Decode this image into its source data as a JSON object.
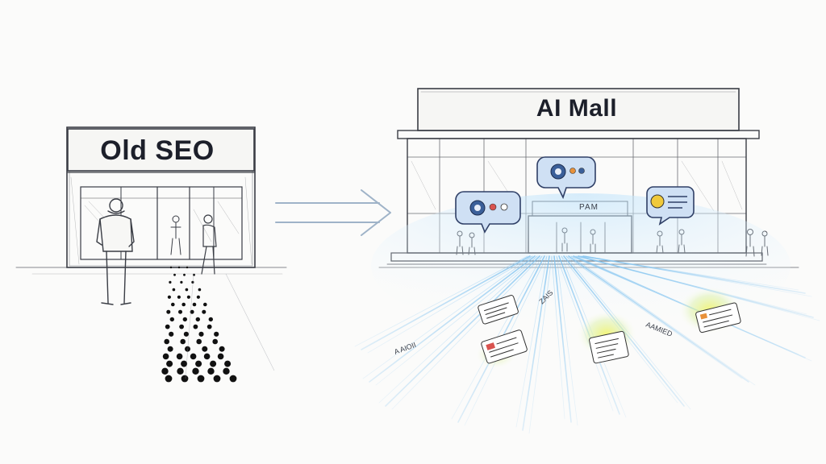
{
  "scene": {
    "old_store": {
      "sign": "Old SEO"
    },
    "ai_mall": {
      "sign": "AI Mall",
      "entrance_sign": "PAM"
    },
    "beam_labels": [
      "A AIOII",
      "ZAIS",
      "AAMIED"
    ],
    "colors": {
      "sketch": "#3a3d45",
      "arrow": "#9fb3c8",
      "beam": "#8fc6ee",
      "bubble_fill": "#cfe0f4",
      "bubble_stroke": "#3b5f99",
      "glow": "#e8ef6a"
    }
  }
}
